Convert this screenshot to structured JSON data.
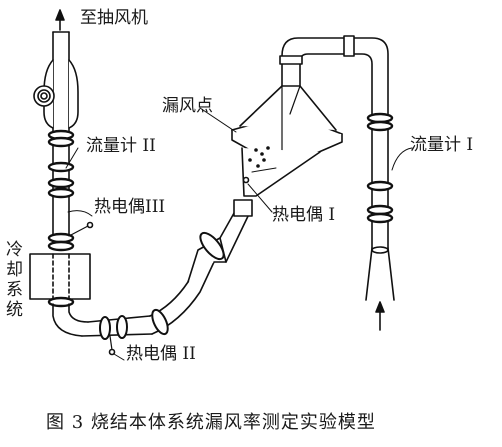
{
  "labels": {
    "to_fan": "至抽风机",
    "flowmeter_2": "流量计 II",
    "flowmeter_1": "流量计 I",
    "thermocouple_3": "热电偶III",
    "thermocouple_1": "热电偶 I",
    "thermocouple_2": "热电偶 II",
    "leak_point": "漏风点",
    "cooling_system": "冷却系统"
  },
  "caption": "图 3   烧结本体系统漏风率测定实验模型",
  "colors": {
    "stroke": "#111111",
    "fill": "#ffffff"
  }
}
